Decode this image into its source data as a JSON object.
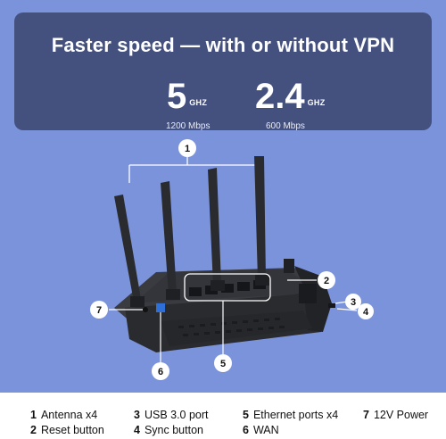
{
  "banner": {
    "headline": "Faster speed — with or without VPN",
    "band_5": {
      "value": "5",
      "unit": "GHZ",
      "rate": "1200 Mbps"
    },
    "band_24": {
      "value": "2.4",
      "unit": "GHZ",
      "rate": "600 Mbps"
    }
  },
  "callouts": [
    "1",
    "2",
    "3",
    "4",
    "5",
    "6",
    "7"
  ],
  "legend": [
    {
      "num": "1",
      "label": "Antenna x4"
    },
    {
      "num": "2",
      "label": "Reset button"
    },
    {
      "num": "3",
      "label": "USB 3.0 port"
    },
    {
      "num": "4",
      "label": "Sync button"
    },
    {
      "num": "5",
      "label": "Ethernet ports x4"
    },
    {
      "num": "6",
      "label": "WAN"
    },
    {
      "num": "7",
      "label": "12V Power"
    }
  ],
  "colors": {
    "background": "#7b93db",
    "banner": "#44507e",
    "router": "#2a2b2f"
  }
}
